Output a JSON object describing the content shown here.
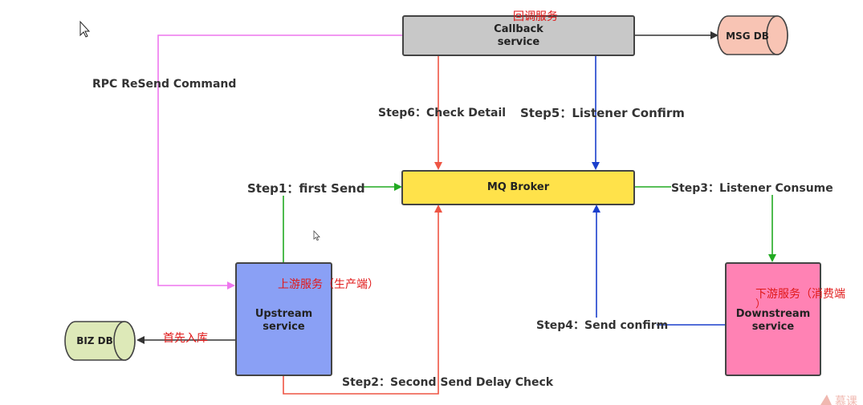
{
  "nodes": {
    "callback": {
      "line1": "Callback",
      "line2": "service",
      "cn": "回调服务"
    },
    "mq": {
      "label": "MQ Broker"
    },
    "upstream": {
      "line1": "Upstream",
      "line2": "service",
      "cn": "上游服务（生产端）"
    },
    "downstream": {
      "line1": "Downstream",
      "line2": "service",
      "cn_a": "下游服务（消费端",
      "cn_b": "）"
    },
    "msgdb": {
      "label": "MSG DB"
    },
    "bizdb": {
      "label": "BIZ DB",
      "cn": "首先入库"
    }
  },
  "edges": {
    "rpc": "RPC ReSend Command",
    "step1": "Step1：first Send",
    "step2": "Step2：Second Send Delay Check",
    "step3": "Step3：Listener Consume",
    "step4": "Step4：Send confirm",
    "step5": "Step5：Listener Confirm",
    "step6": "Step6：Check Detail"
  },
  "colors": {
    "callback_fill": "#c8c8c8",
    "mq_fill": "#ffe24a",
    "upstream_fill": "#8aa0f5",
    "downstream_fill": "#ff82b4",
    "msgdb_fill": "#f8c4b4",
    "bizdb_fill": "#dde9b8",
    "rpc_line": "#ee77ee",
    "red_line": "#ee5544",
    "blue_line": "#1a3fcc",
    "green_line": "#22aa22"
  }
}
